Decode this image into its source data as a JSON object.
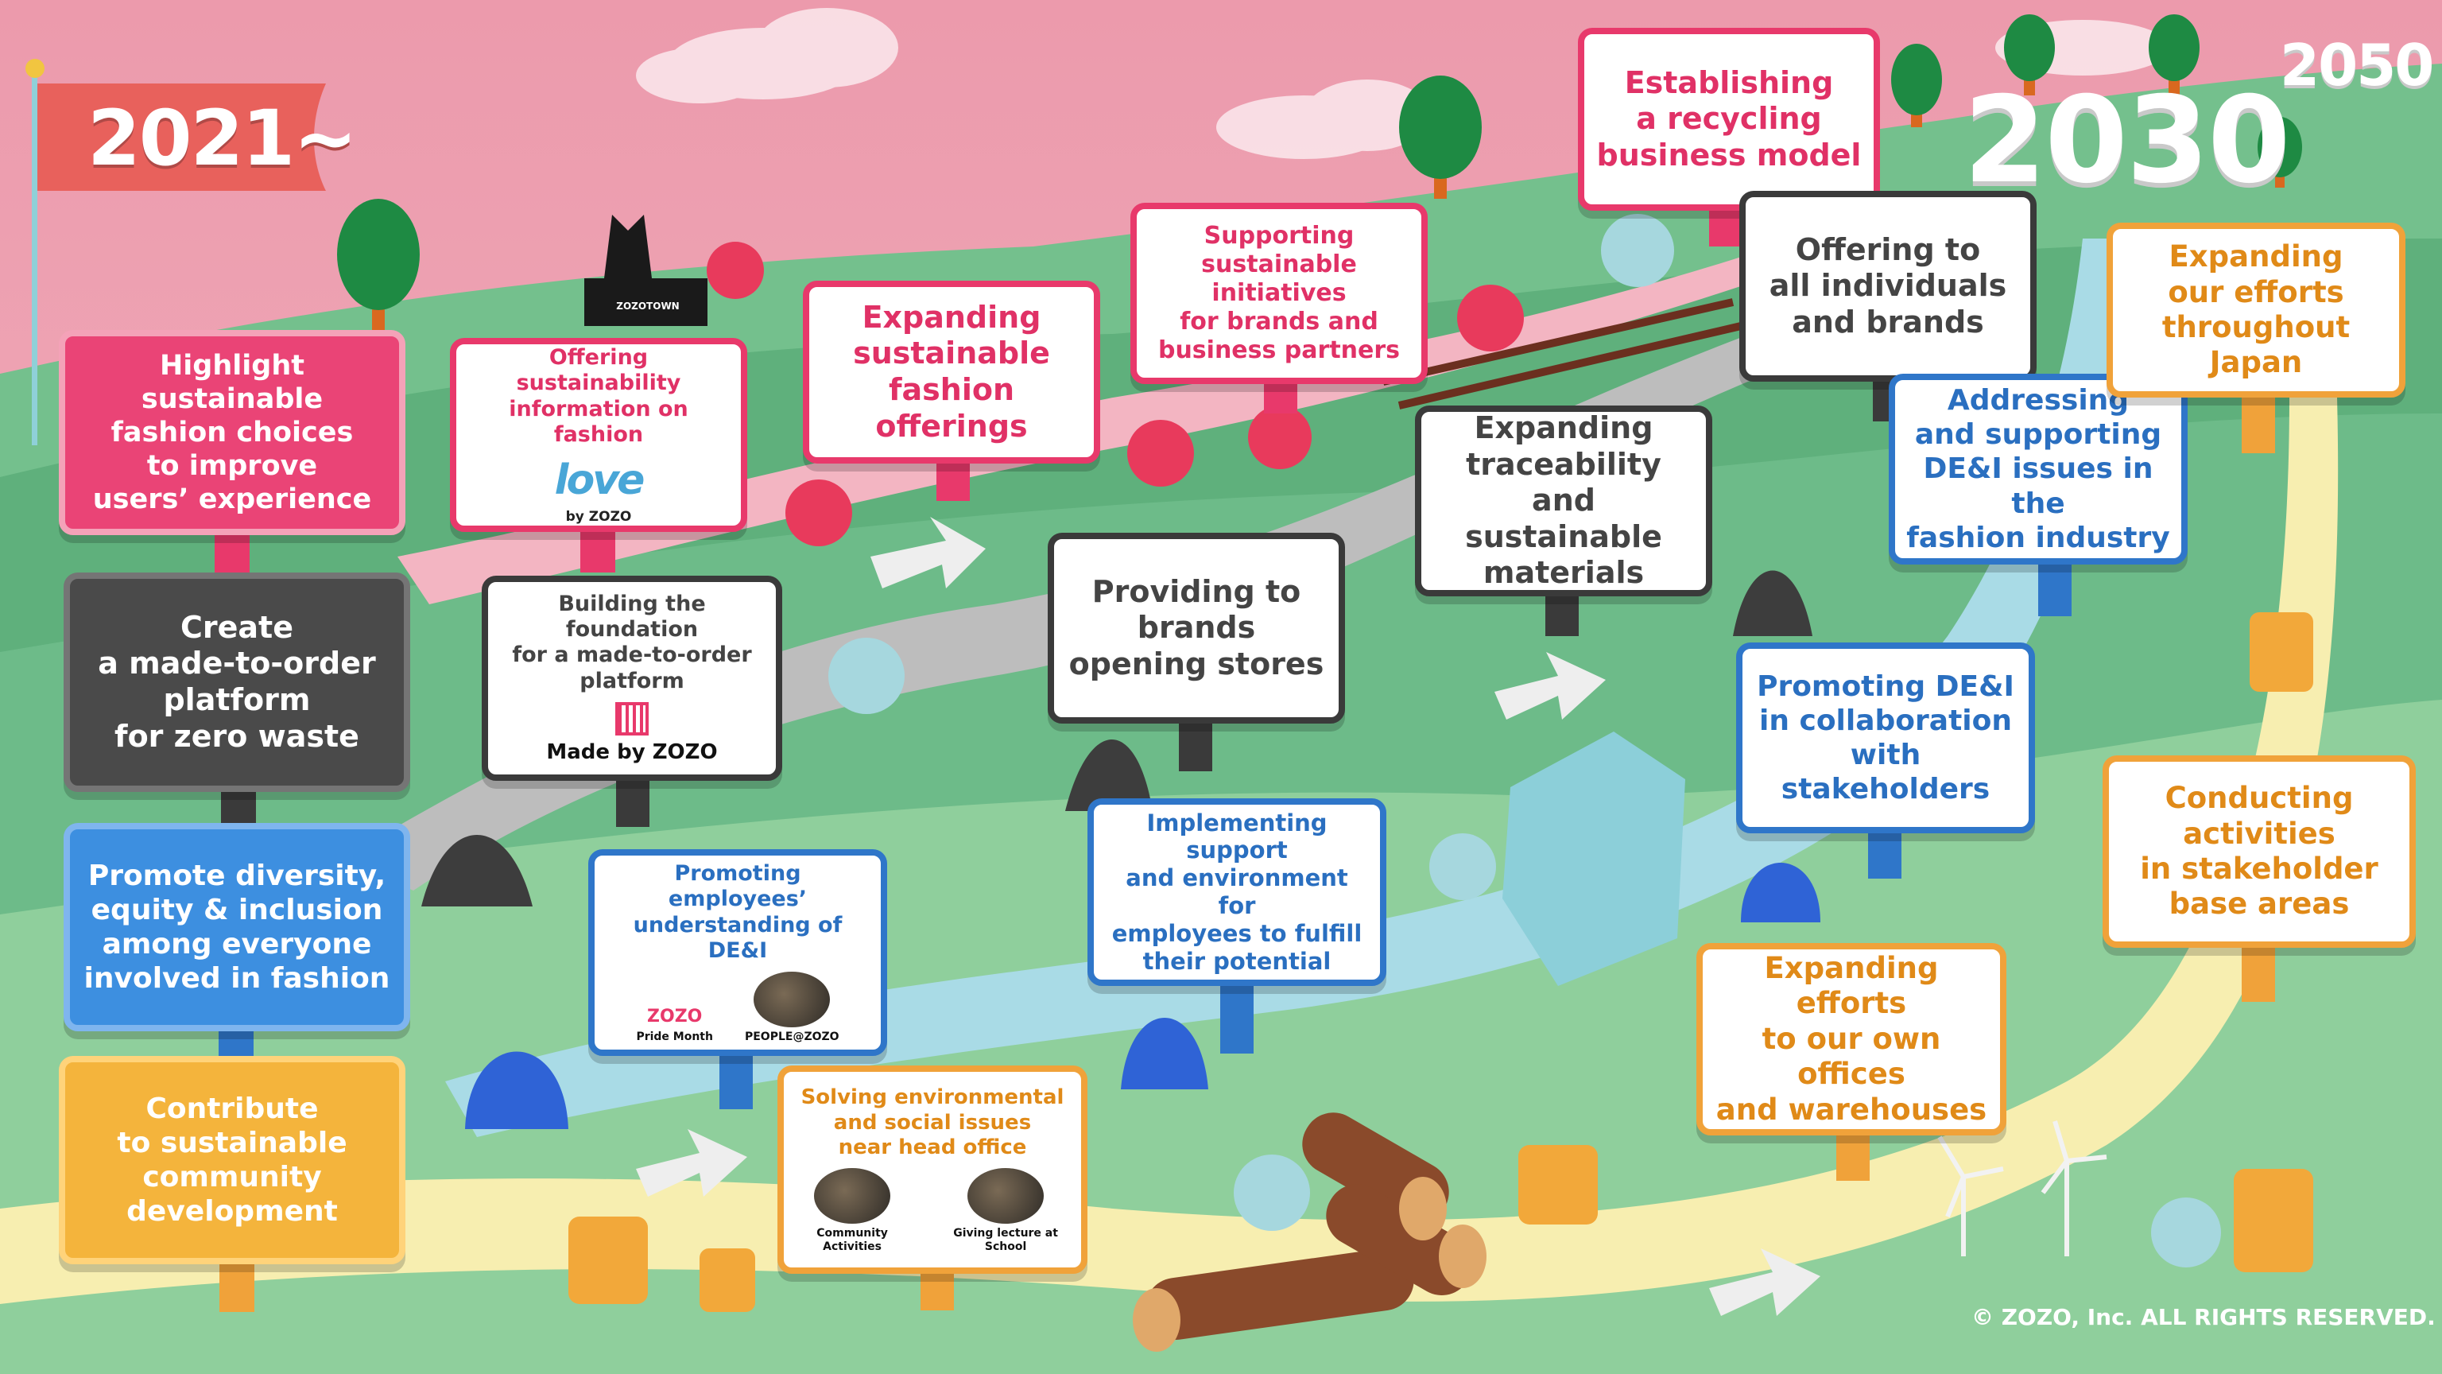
{
  "years": {
    "start": "2021~",
    "mid": "2030",
    "end": "2050"
  },
  "copyright": "© ZOZO, Inc. ALL RIGHTS RESERVED.",
  "boards": {
    "pink": {
      "highlight": "Highlight sustainable\nfashion choices\nto improve\nusers’ experience",
      "offering_info": "Offering sustainability\ninformation on fashion",
      "love_logo": "love",
      "by_zozo": "by ZOZO",
      "expanding_offerings": "Expanding\nsustainable\nfashion offerings",
      "supporting_initiatives": "Supporting\nsustainable initiatives\nfor brands and\nbusiness partners",
      "recycling": "Establishing\na recycling\nbusiness model"
    },
    "gray": {
      "made_to_order": "Create\na made-to-order\nplatform\nfor zero waste",
      "foundation": "Building the foundation\nfor a made-to-order\nplatform",
      "made_by_zozo": "Made by ZOZO",
      "opening_stores": "Providing to\nbrands\nopening stores",
      "traceability": "Expanding\ntraceability\nand sustainable\nmaterials",
      "all_individuals": "Offering to\nall individuals\nand brands"
    },
    "blue": {
      "dei": "Promote diversity,\nequity & inclusion\namong everyone\ninvolved in fashion",
      "employees_understanding": "Promoting employees’\nunderstanding of DE&I",
      "zozo_logo": "ZOZO",
      "pride_month": "Pride Month",
      "people_zozo": "PEOPLE@ZOZO",
      "support_environment": "Implementing support\nand environment for\nemployees to fulfill\ntheir potential",
      "stakeholders": "Promoting DE&I\nin collaboration\nwith stakeholders",
      "industry": "Addressing\nand supporting\nDE&I issues in the\nfashion industry"
    },
    "orange": {
      "community": "Contribute\nto sustainable\ncommunity\ndevelopment",
      "head_office": "Solving environmental\nand social issues\nnear head office",
      "community_activities": "Community Activities",
      "giving_lecture": "Giving lecture at School",
      "own_offices": "Expanding efforts\nto our own offices\nand warehouses",
      "base_areas": "Conducting\nactivities\nin stakeholder\nbase areas",
      "japan": "Expanding\nour efforts\nthroughout\nJapan"
    }
  },
  "store_sign": "ZOZOTOWN",
  "colors": {
    "pink": "#e8396b",
    "gray": "#3a3a3a",
    "blue": "#2f76c9",
    "orange": "#f0a23a",
    "sky": "#efa6b5",
    "grass": "#5bb37e"
  }
}
